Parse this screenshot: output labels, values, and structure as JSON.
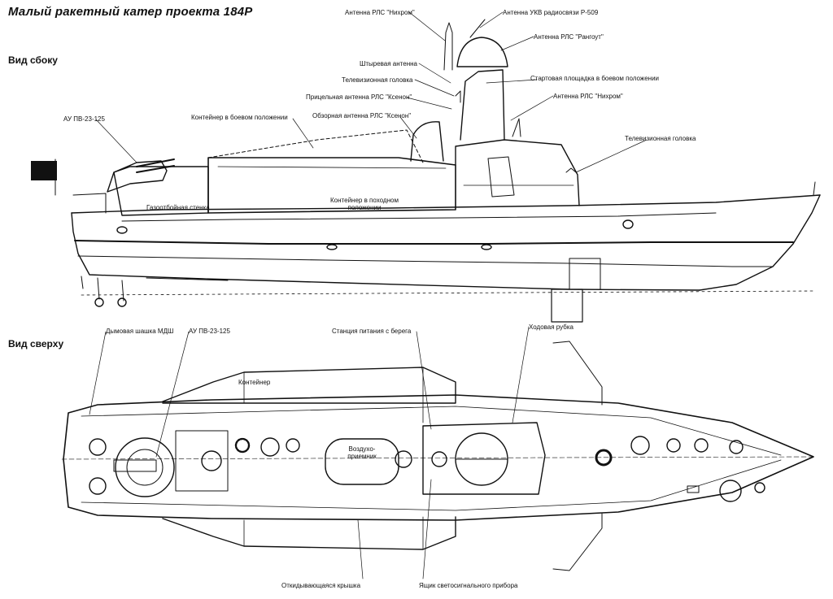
{
  "title": "Малый ракетный катер проекта 184Р",
  "views": {
    "side": "Вид сбоку",
    "top": "Вид сверху"
  },
  "side_labels": {
    "nichrome_mast": "Антенна РЛС \"Нихром\"",
    "ukv_antenna": "Антенна УКВ радиосвязи Р-509",
    "rangout": "Антенна РЛС \"Рангоут\"",
    "whip_antenna": "Штыревая антенна",
    "tv_head_top": "Телевизионная головка",
    "launch_pad": "Стартовая площадка в боевом положении",
    "xenon_aim": "Прицельная антенна РЛС \"Ксенон\"",
    "nichrome_bridge": "Антенна РЛС \"Нихром\"",
    "au_gun": "АУ ПВ-23-125",
    "container_combat": "Контейнер в боевом положении",
    "xenon_search": "Обзорная антенна РЛС \"Ксенон\"",
    "tv_head_fwd": "Телевизионная головка",
    "blast_wall": "Газоотбойная стенка",
    "container_march_1": "Контейнер в походном",
    "container_march_2": "положении"
  },
  "top_labels": {
    "smoke": "Дымовая шашка МДШ",
    "au_gun": "АУ ПВ-23-125",
    "shore_power": "Станция питания с берега",
    "wheelhouse": "Ходовая рубка",
    "container": "Контейнер",
    "air_intake_1": "Воздухо-",
    "air_intake_2": "приемник",
    "lid": "Откидывающаяся крышка",
    "signal_box": "Ящик светосигнального прибора"
  }
}
